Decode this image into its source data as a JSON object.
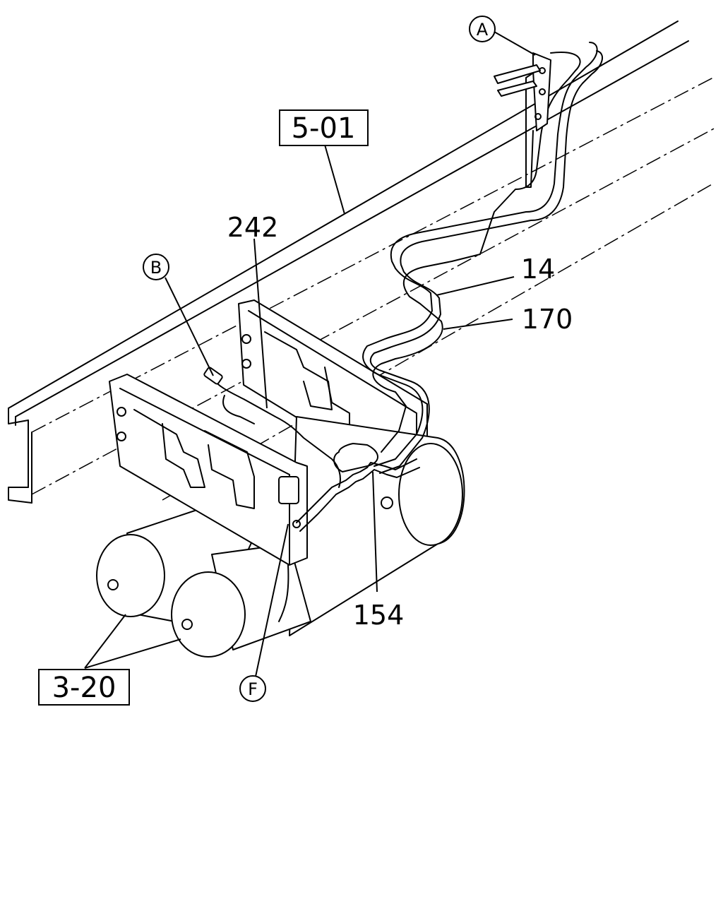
{
  "callouts": {
    "circle_a": "A",
    "circle_b": "B",
    "circle_f": "F",
    "box_5_01": "5-01",
    "box_3_20": "3-20",
    "num_242": "242",
    "num_14": "14",
    "num_170": "170",
    "num_154": "154"
  },
  "colors": {
    "line": "#000000",
    "background": "#ffffff"
  }
}
